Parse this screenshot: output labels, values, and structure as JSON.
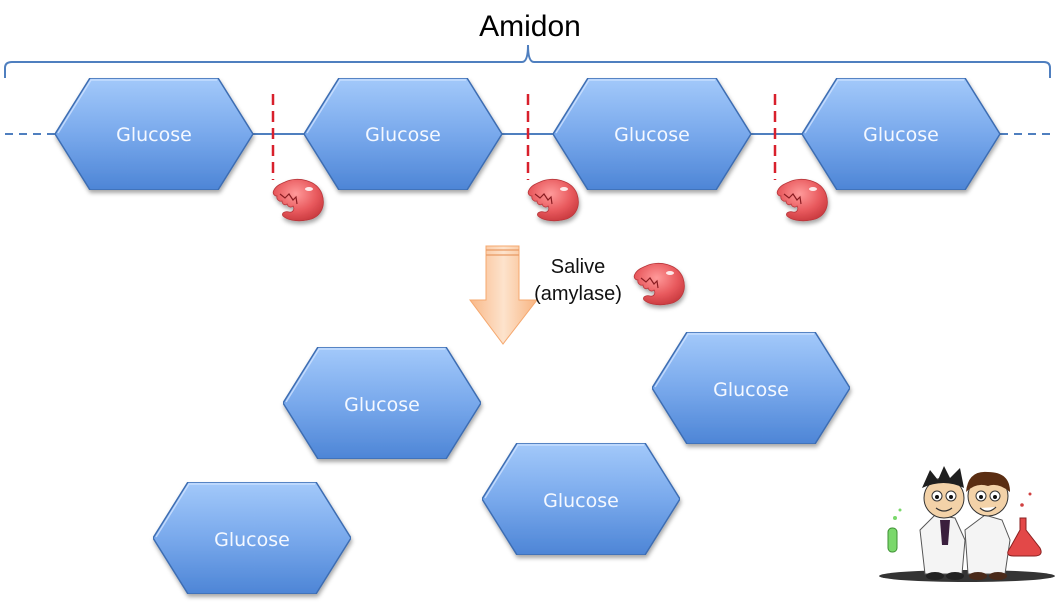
{
  "diagram": {
    "title": "Amidon",
    "chain": {
      "units": [
        {
          "label": "Glucose"
        },
        {
          "label": "Glucose"
        },
        {
          "label": "Glucose"
        },
        {
          "label": "Glucose"
        }
      ],
      "cleavage_sites": 3,
      "enzyme_icon": "amylase-monster-icon"
    },
    "reaction": {
      "agent_line1": "Salive",
      "agent_line2": "(amylase)",
      "arrow_icon": "down-arrow-icon"
    },
    "products": [
      {
        "label": "Glucose"
      },
      {
        "label": "Glucose"
      },
      {
        "label": "Glucose"
      },
      {
        "label": "Glucose"
      }
    ],
    "mascot_icon": "scientists-icon",
    "colors": {
      "hexagon_light": "#9ec5f7",
      "hexagon_dark": "#4a82d4",
      "hexagon_edge": "#3d6db2",
      "connector": "#4f7fbf",
      "cut_line": "#d8202c",
      "enzyme": "#e8595d",
      "arrow": "#fbc79a"
    }
  }
}
